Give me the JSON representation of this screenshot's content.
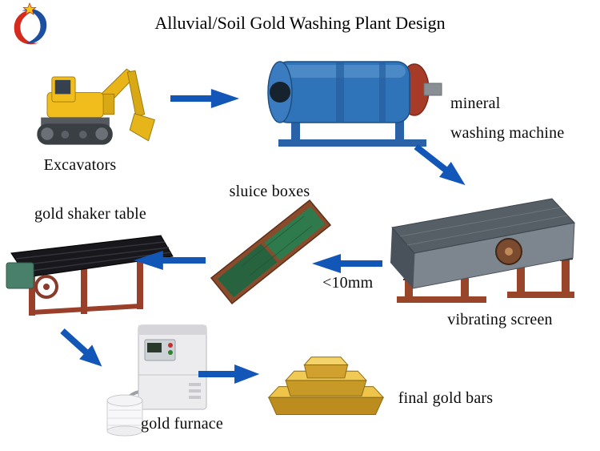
{
  "title": "Alluvial/Soil Gold Washing Plant Design",
  "logo": {
    "name": "JQ company logo"
  },
  "labels": {
    "excavators": "Excavators",
    "mineral_line1": "mineral",
    "mineral_line2": "washing machine",
    "vibrating_screen": "vibrating screen",
    "sluice_boxes": "sluice boxes",
    "gold_shaker_table": "gold shaker table",
    "gold_furnace": "gold furnace",
    "final_gold_bars": "final gold bars",
    "particle_size": "<10mm"
  },
  "flow_order": [
    "Excavators",
    "mineral washing machine",
    "vibrating screen",
    "sluice boxes",
    "gold shaker table",
    "gold furnace",
    "final gold bars"
  ],
  "colors": {
    "arrow_blue": "#1256b8",
    "excavator_yellow": "#f0bd1d",
    "washer_drum_blue": "#2f73b8",
    "washer_end_red": "#a63b28",
    "screen_grey": "#7d868f",
    "frame_rust": "#98452a",
    "sluice_green": "#2f7a4c",
    "shaker_deck_black": "#17171c",
    "shaker_motor_green": "#49806b",
    "furnace_white": "#ececee",
    "gold": "#d4a12c",
    "logo_red": "#d42b1e",
    "logo_blue": "#1d4fa0"
  }
}
